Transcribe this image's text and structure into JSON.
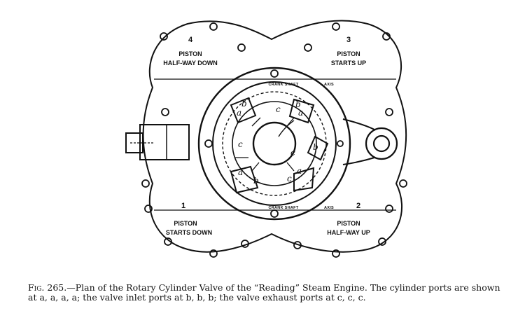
{
  "labels": {
    "q4_num": "4",
    "q4_line1": "PISTON",
    "q4_line2": "HALF-WAY DOWN",
    "q3_num": "3",
    "q3_line1": "PISTON",
    "q3_line2": "STARTS UP",
    "q1_num": "1",
    "q1_line1": "PISTON",
    "q1_line2": "STARTS DOWN",
    "q2_num": "2",
    "q2_line1": "PISTON",
    "q2_line2": "HALF-WAY UP",
    "crank_top": "CRANK SHAFT",
    "axis_top": "AXIS",
    "crank_bottom": "CRANK SHAFT",
    "axis_bottom": "AXIS"
  },
  "ports": {
    "a1": "a",
    "a2": "a",
    "a3": "a",
    "a4": "a",
    "b1": "b",
    "b2": "b",
    "b3": "b",
    "b4": "b",
    "c1": "c",
    "c2": "c",
    "c3": "c",
    "c4": "c"
  },
  "caption": {
    "fig": "Fig. 265.",
    "text": "—Plan of the Rotary Cylinder Valve of the “Reading” Steam Engine.  The cylinder ports are shown at a, a, a, a; the valve inlet ports at b, b, b; the valve exhaust ports at c, c, c."
  }
}
